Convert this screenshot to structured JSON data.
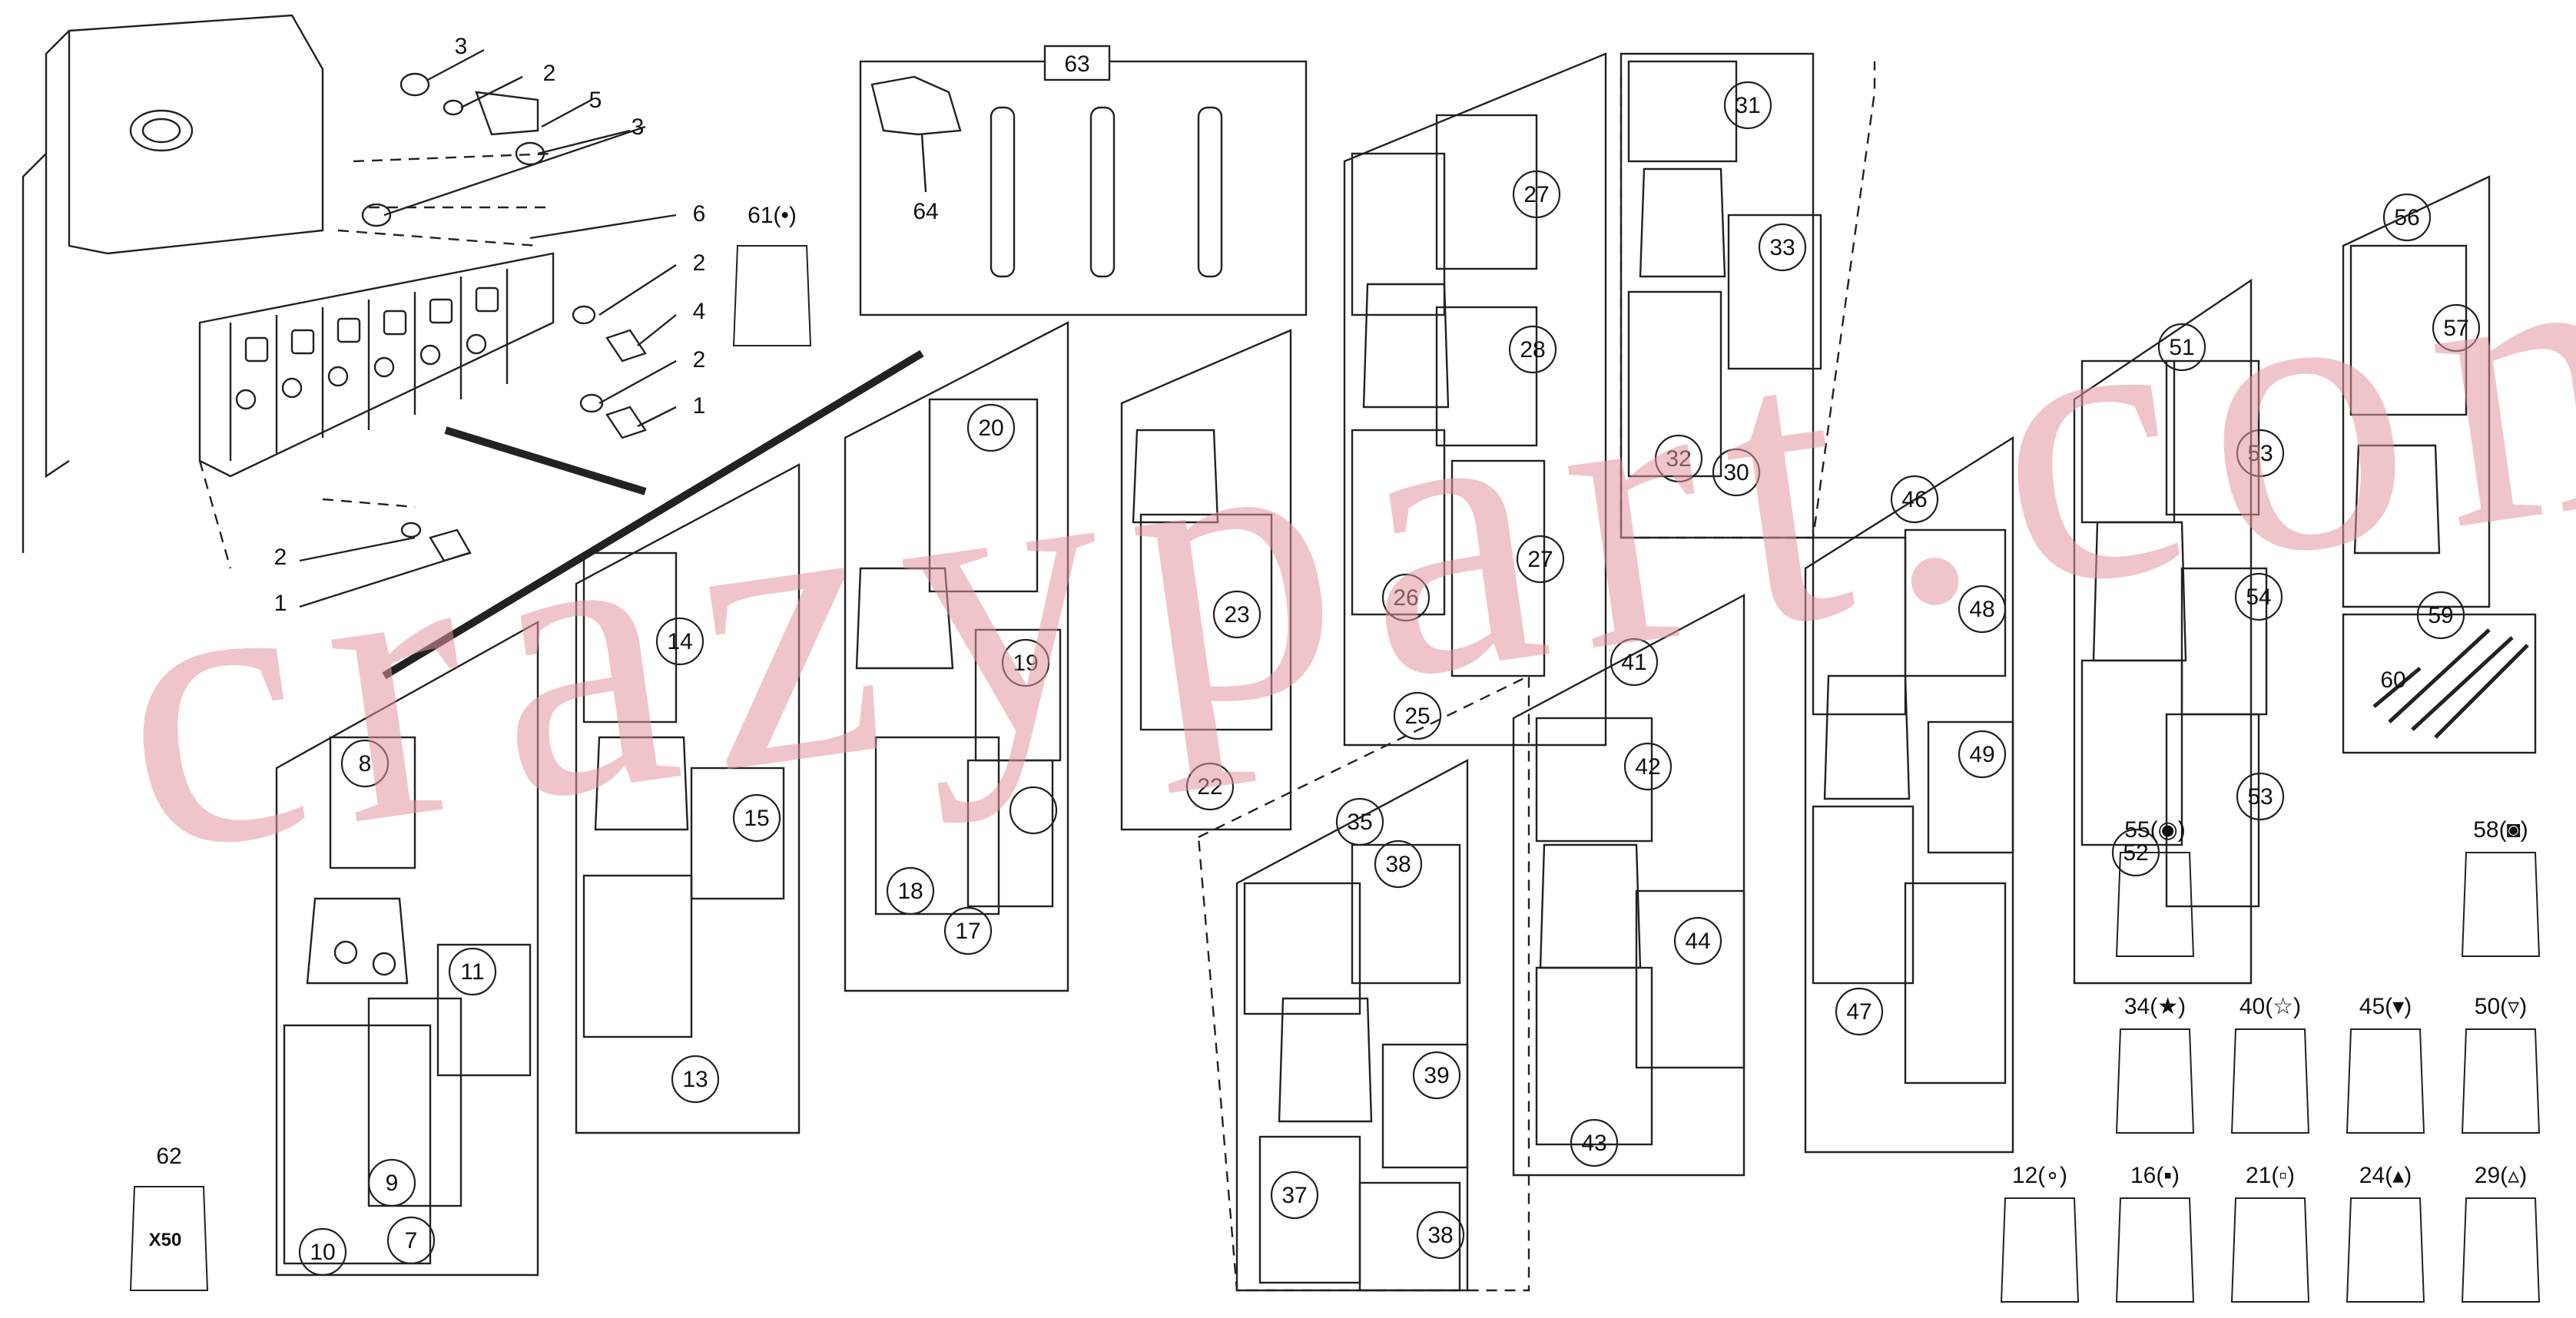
{
  "title_kit_label": "63",
  "manual_label": "64",
  "watermark_text": "crazypart.com",
  "colors": {
    "line": "#222222",
    "panel_fill": "#ffffff",
    "watermark": "#e296a0"
  },
  "callouts": {
    "c1": "1",
    "c2": "2",
    "c3": "3",
    "c4": "4",
    "c5": "5",
    "c6": "6",
    "c7": "7",
    "c8": "8",
    "c9": "9",
    "c10": "10",
    "c11": "11",
    "c13": "13",
    "c14": "14",
    "c15": "15",
    "c17": "17",
    "c18": "18",
    "c19": "19",
    "c20": "20",
    "c22": "22",
    "c23": "23",
    "c25": "25",
    "c26": "26",
    "c27": "27",
    "c28": "28",
    "c30": "30",
    "c31": "31",
    "c32": "32",
    "c33": "33",
    "c35": "35",
    "c37": "37",
    "c38": "38",
    "c39": "39",
    "c41": "41",
    "c42": "42",
    "c43": "43",
    "c44": "44",
    "c46": "46",
    "c47": "47",
    "c48": "48",
    "c49": "49",
    "c51": "51",
    "c52": "52",
    "c53": "53",
    "c54": "54",
    "c56": "56",
    "c57": "57",
    "c59": "59",
    "c60": "60",
    "c61": "61",
    "c62": "62"
  },
  "kits": {
    "k61": "61(•)",
    "k62": "62",
    "k55": "55(◉)",
    "k58": "58(◙)",
    "k34": "34(★)",
    "k40": "40(☆)",
    "k45": "45(▾)",
    "k50": "50(▿)",
    "k12": "12(∘)",
    "k16": "16(▪)",
    "k21": "21(▫)",
    "k24": "24(▴)",
    "k29": "29(▵)"
  },
  "bag_marking": "X50"
}
